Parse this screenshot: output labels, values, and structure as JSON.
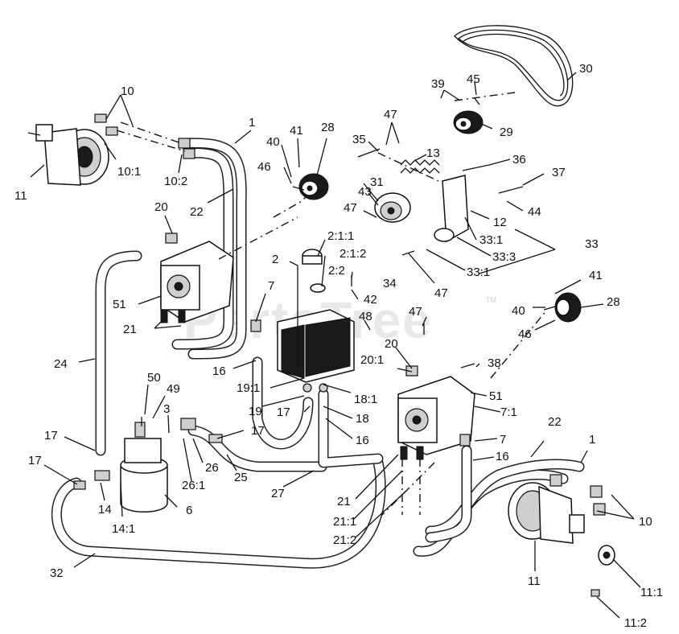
{
  "watermark": {
    "text": "PartsTree",
    "tm": "TM"
  },
  "callouts": [
    {
      "id": "c-10-top",
      "text": "10"
    },
    {
      "id": "c-1-top",
      "text": "1"
    },
    {
      "id": "c-11-left",
      "text": "11"
    },
    {
      "id": "c-10-1-top",
      "text": "10:1"
    },
    {
      "id": "c-10-2",
      "text": "10:2"
    },
    {
      "id": "c-22-top",
      "text": "22"
    },
    {
      "id": "c-20-left",
      "text": "20"
    },
    {
      "id": "c-51-left",
      "text": "51"
    },
    {
      "id": "c-21-left",
      "text": "21"
    },
    {
      "id": "c-24",
      "text": "24"
    },
    {
      "id": "c-16-left",
      "text": "16"
    },
    {
      "id": "c-7-left",
      "text": "7"
    },
    {
      "id": "c-2",
      "text": "2"
    },
    {
      "id": "c-2-1-1",
      "text": "2:1:1"
    },
    {
      "id": "c-2-1-2",
      "text": "2:1:2"
    },
    {
      "id": "c-2-2",
      "text": "2:2"
    },
    {
      "id": "c-34",
      "text": "34"
    },
    {
      "id": "c-42",
      "text": "42"
    },
    {
      "id": "c-48",
      "text": "48"
    },
    {
      "id": "c-47-mid",
      "text": "47"
    },
    {
      "id": "c-19-1",
      "text": "19:1"
    },
    {
      "id": "c-19",
      "text": "19"
    },
    {
      "id": "c-18-1",
      "text": "18:1"
    },
    {
      "id": "c-18",
      "text": "18"
    },
    {
      "id": "c-17-mid",
      "text": "17"
    },
    {
      "id": "c-16-mid",
      "text": "16"
    },
    {
      "id": "c-50",
      "text": "50"
    },
    {
      "id": "c-49",
      "text": "49"
    },
    {
      "id": "c-3",
      "text": "3"
    },
    {
      "id": "c-17-right",
      "text": "17"
    },
    {
      "id": "c-17-far-left",
      "text": "17"
    },
    {
      "id": "c-17-lower-left",
      "text": "17"
    },
    {
      "id": "c-26",
      "text": "26"
    },
    {
      "id": "c-26-1",
      "text": "26:1"
    },
    {
      "id": "c-25",
      "text": "25"
    },
    {
      "id": "c-27",
      "text": "27"
    },
    {
      "id": "c-14",
      "text": "14"
    },
    {
      "id": "c-14-1",
      "text": "14:1"
    },
    {
      "id": "c-6",
      "text": "6"
    },
    {
      "id": "c-32",
      "text": "32"
    },
    {
      "id": "c-40-top",
      "text": "40"
    },
    {
      "id": "c-41-top",
      "text": "41"
    },
    {
      "id": "c-28-top",
      "text": "28"
    },
    {
      "id": "c-46-top",
      "text": "46"
    },
    {
      "id": "c-35",
      "text": "35"
    },
    {
      "id": "c-47-top",
      "text": "47"
    },
    {
      "id": "c-13",
      "text": "13"
    },
    {
      "id": "c-31",
      "text": "31"
    },
    {
      "id": "c-43",
      "text": "43"
    },
    {
      "id": "c-47-left",
      "text": "47"
    },
    {
      "id": "c-36",
      "text": "36"
    },
    {
      "id": "c-37",
      "text": "37"
    },
    {
      "id": "c-12",
      "text": "12"
    },
    {
      "id": "c-44",
      "text": "44"
    },
    {
      "id": "c-33-1-a",
      "text": "33:1"
    },
    {
      "id": "c-33",
      "text": "33"
    },
    {
      "id": "c-33-3",
      "text": "33:3"
    },
    {
      "id": "c-33-1-b",
      "text": "33:1"
    },
    {
      "id": "c-47-lower",
      "text": "47"
    },
    {
      "id": "c-39",
      "text": "39"
    },
    {
      "id": "c-45",
      "text": "45"
    },
    {
      "id": "c-30",
      "text": "30"
    },
    {
      "id": "c-29",
      "text": "29"
    },
    {
      "id": "c-41-right",
      "text": "41"
    },
    {
      "id": "c-40-right",
      "text": "40"
    },
    {
      "id": "c-28-right",
      "text": "28"
    },
    {
      "id": "c-46-right",
      "text": "46"
    },
    {
      "id": "c-20-right",
      "text": "20"
    },
    {
      "id": "c-20-1",
      "text": "20:1"
    },
    {
      "id": "c-38",
      "text": "38"
    },
    {
      "id": "c-51-right",
      "text": "51"
    },
    {
      "id": "c-7-1",
      "text": "7:1"
    },
    {
      "id": "c-7-right",
      "text": "7"
    },
    {
      "id": "c-22-right",
      "text": "22"
    },
    {
      "id": "c-1-right",
      "text": "1"
    },
    {
      "id": "c-16-right",
      "text": "16"
    },
    {
      "id": "c-10-right",
      "text": "10"
    },
    {
      "id": "c-21-right",
      "text": "21"
    },
    {
      "id": "c-21-1",
      "text": "21:1"
    },
    {
      "id": "c-21-2",
      "text": "21:2"
    },
    {
      "id": "c-11-right",
      "text": "11"
    },
    {
      "id": "c-11-1",
      "text": "11:1"
    },
    {
      "id": "c-11-2",
      "text": "11:2"
    }
  ]
}
